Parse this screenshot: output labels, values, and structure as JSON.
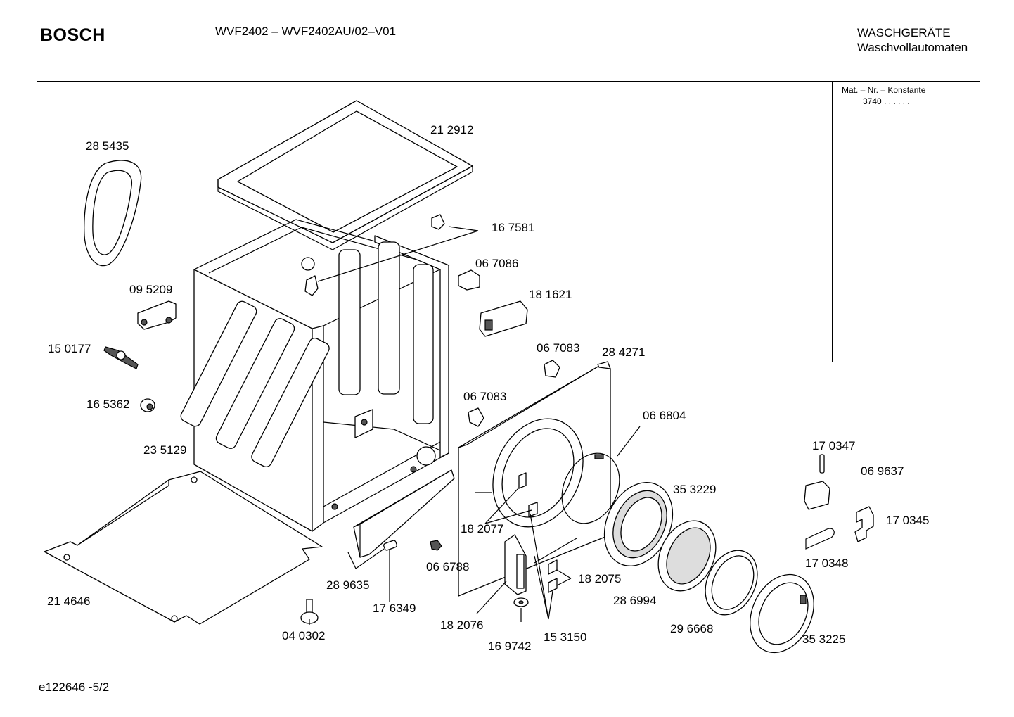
{
  "header": {
    "brand": "BOSCH",
    "model": "WVF2402 – WVF2402AU/02–V01",
    "category_line1": "WASCHGERÄTE",
    "category_line2": "Waschvollautomaten"
  },
  "material_box": {
    "label": "Mat. – Nr. – Konstante",
    "value": "3740  .  .     .  .  .  ."
  },
  "footer": {
    "code": "e122646  -5/2"
  },
  "parts": [
    "21 2912",
    "28 5435",
    "16 7581",
    "06 7086",
    "18 1621",
    "09 5209",
    "15 0177",
    "06 7083",
    "28 4271",
    "16 5362",
    "06 7083",
    "06 6804",
    "23 5129",
    "17 0347",
    "06 9637",
    "35 3229",
    "18 2077",
    "17 0345",
    "06 6788",
    "17 0348",
    "28 9635",
    "18 2075",
    "21 4646",
    "28 6994",
    "17 6349",
    "18 2076",
    "29 6668",
    "04 0302",
    "35 3225",
    "15 3150",
    "16 9742"
  ]
}
